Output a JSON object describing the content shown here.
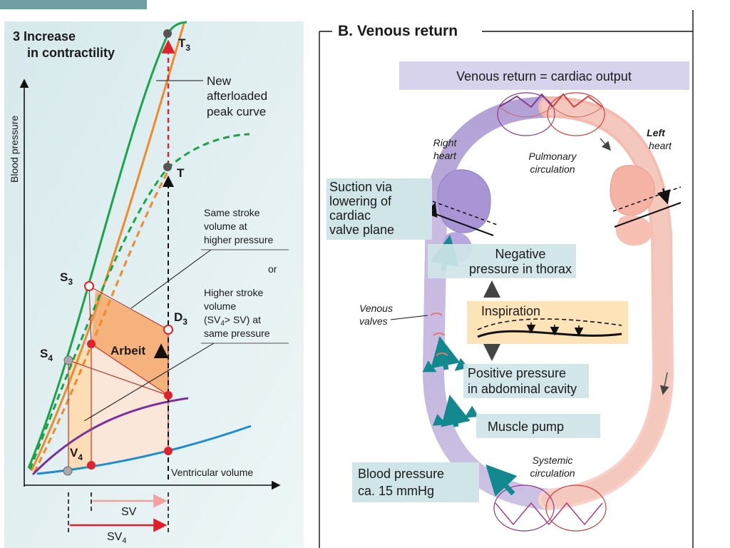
{
  "left_panel": {
    "heading": [
      "3 Increase",
      "in contractility"
    ],
    "y_axis_label": "Blood pressure",
    "x_axis_label": "Ventricular volume",
    "points": {
      "T3": "T",
      "T3_sub": "3",
      "T": "T",
      "S3": "S",
      "S3_sub": "3",
      "S4": "S",
      "S4_sub": "4",
      "D3": "D",
      "D3_sub": "3",
      "V4": "V",
      "V4_sub": "4"
    },
    "annotations": {
      "new_curve": [
        "New",
        "afterloaded",
        "peak curve"
      ],
      "same_sv": [
        "Same stroke",
        "volume at",
        "higher pressure"
      ],
      "or": "or",
      "higher_sv": [
        "Higher stroke",
        "volume",
        "(SV",
        "4",
        "> SV) at",
        "same pressure"
      ],
      "work": "Arbeit"
    },
    "sv_label": "SV",
    "sv4_label": "SV",
    "sv4_sub": "4"
  },
  "right_panel": {
    "title": "B.  Venous return",
    "equation": "Venous return = cardiac output",
    "right_heart": [
      "Right",
      "heart"
    ],
    "left_heart": [
      "Left",
      "heart"
    ],
    "pulmonary": [
      "Pulmonary",
      "circulation"
    ],
    "systemic": [
      "Systemic",
      "circulation"
    ],
    "venous_valves": [
      "Venous",
      "valves"
    ],
    "suction": [
      "Suction via",
      "lowering of",
      "cardiac",
      "valve plane"
    ],
    "negative_pressure": [
      "Negative",
      "pressure in thorax"
    ],
    "inspiration": "Inspiration",
    "positive_pressure": [
      "Positive pressure",
      "in abdominal cavity"
    ],
    "muscle_pump": "Muscle pump",
    "blood_pressure": [
      "Blood pressure",
      "ca. 15 mmHg"
    ]
  }
}
